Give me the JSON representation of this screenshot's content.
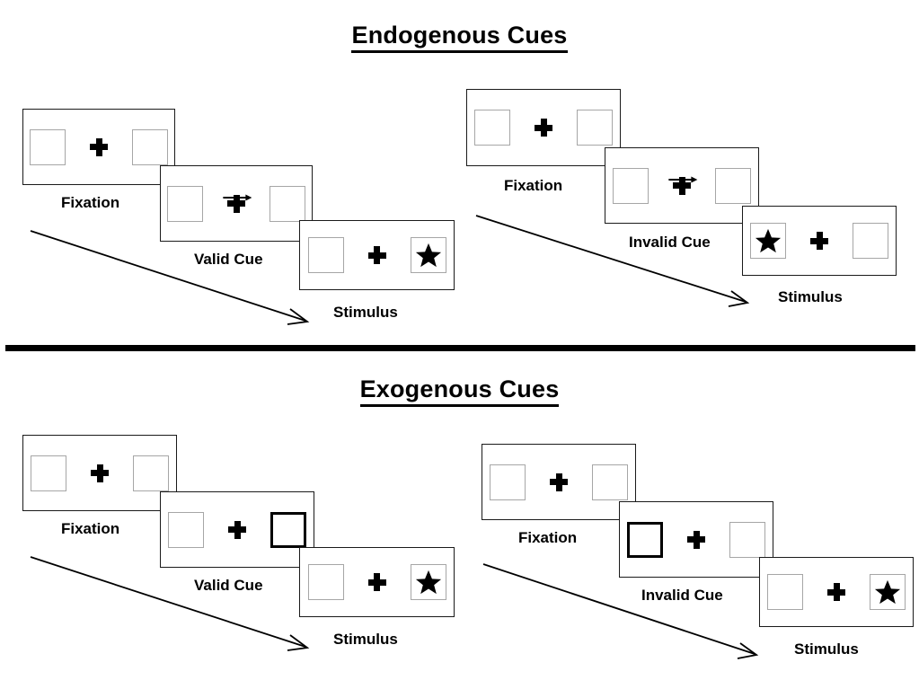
{
  "figure": {
    "sections": [
      {
        "id": "endogenous",
        "title": "Endogenous Cues",
        "cue_type": "central-arrow",
        "groups": [
          {
            "id": "endogenous-valid",
            "condition_label": "Valid Cue",
            "panels": [
              {
                "id": "fixation",
                "caption": "Fixation",
                "cue": "none",
                "cue_side": "none",
                "target_side": "none"
              },
              {
                "id": "cue",
                "caption": "Valid Cue",
                "cue": "arrow-right",
                "cue_side": "right",
                "target_side": "none"
              },
              {
                "id": "stimulus",
                "caption": "Stimulus",
                "cue": "none",
                "cue_side": "none",
                "target_side": "right"
              }
            ]
          },
          {
            "id": "endogenous-invalid",
            "condition_label": "Invalid Cue",
            "panels": [
              {
                "id": "fixation",
                "caption": "Fixation",
                "cue": "none",
                "cue_side": "none",
                "target_side": "none"
              },
              {
                "id": "cue",
                "caption": "Invalid Cue",
                "cue": "arrow-right",
                "cue_side": "right",
                "target_side": "none"
              },
              {
                "id": "stimulus",
                "caption": "Stimulus",
                "cue": "none",
                "cue_side": "none",
                "target_side": "left"
              }
            ]
          }
        ]
      },
      {
        "id": "exogenous",
        "title": "Exogenous Cues",
        "cue_type": "peripheral-box",
        "groups": [
          {
            "id": "exogenous-valid",
            "condition_label": "Valid Cue",
            "panels": [
              {
                "id": "fixation",
                "caption": "Fixation",
                "cue": "none",
                "cue_side": "none",
                "target_side": "none"
              },
              {
                "id": "cue",
                "caption": "Valid Cue",
                "cue": "box-highlight",
                "cue_side": "right",
                "target_side": "none"
              },
              {
                "id": "stimulus",
                "caption": "Stimulus",
                "cue": "none",
                "cue_side": "none",
                "target_side": "right"
              }
            ]
          },
          {
            "id": "exogenous-invalid",
            "condition_label": "Invalid Cue",
            "panels": [
              {
                "id": "fixation",
                "caption": "Fixation",
                "cue": "none",
                "cue_side": "none",
                "target_side": "none"
              },
              {
                "id": "cue",
                "caption": "Invalid Cue",
                "cue": "box-highlight",
                "cue_side": "left",
                "target_side": "none"
              },
              {
                "id": "stimulus",
                "caption": "Stimulus",
                "cue": "none",
                "cue_side": "none",
                "target_side": "right"
              }
            ]
          }
        ]
      }
    ],
    "captions": {
      "fixation": "Fixation",
      "valid_cue": "Valid Cue",
      "invalid_cue": "Invalid Cue",
      "stimulus": "Stimulus"
    },
    "titles": {
      "endogenous": "Endogenous Cues",
      "exogenous": "Exogenous Cues"
    },
    "colors": {
      "frame_stroke": "#1a1a1a",
      "box_stroke": "#a6a6a6",
      "cued_box_stroke": "#000000",
      "target_fill": "#000000",
      "background": "#ffffff",
      "divider": "#000000"
    },
    "icons": {
      "fixation_cross": "plus-icon",
      "cue_arrow": "arrow-right-icon",
      "target": "star-icon",
      "time_flow": "diagonal-arrow-icon"
    }
  }
}
